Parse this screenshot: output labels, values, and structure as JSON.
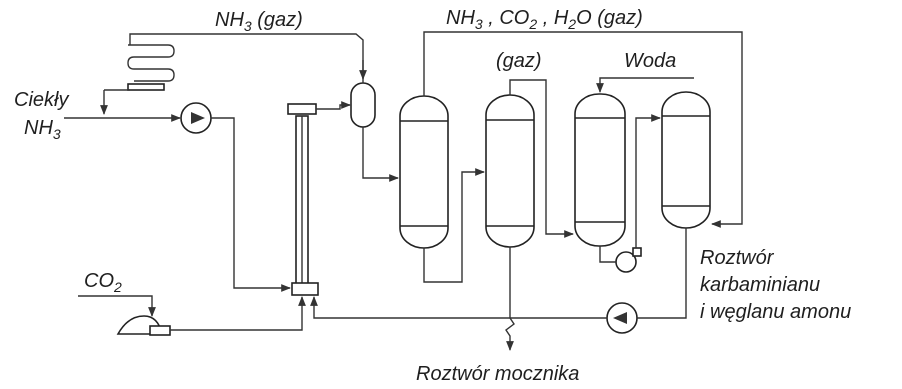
{
  "labels": {
    "nh3_gas": "NH3 (gaz)",
    "nh3_co2_h2o_gas": "NH3 , CO2 , H2O (gaz)",
    "gas": "(gaz)",
    "water": "Woda",
    "liquid_nh3_line1": "Ciekły",
    "liquid_nh3_line2": "NH3",
    "co2": "CO2",
    "solution_line1": "Roztwór",
    "solution_line2": "karbaminianu",
    "solution_line3": "i węglanu amonu",
    "urea_solution": "Roztwór mocznika"
  },
  "chem": {
    "nh3_base": "NH",
    "sub_3": "3",
    "co2_base": "CO",
    "sub_2": "2",
    "h2o_base": "H",
    "h2o_tail": "O (gaz)",
    "gaz_paren": " (gaz)",
    "comma": " , "
  },
  "colors": {
    "line": "#333333",
    "background": "#ffffff"
  }
}
